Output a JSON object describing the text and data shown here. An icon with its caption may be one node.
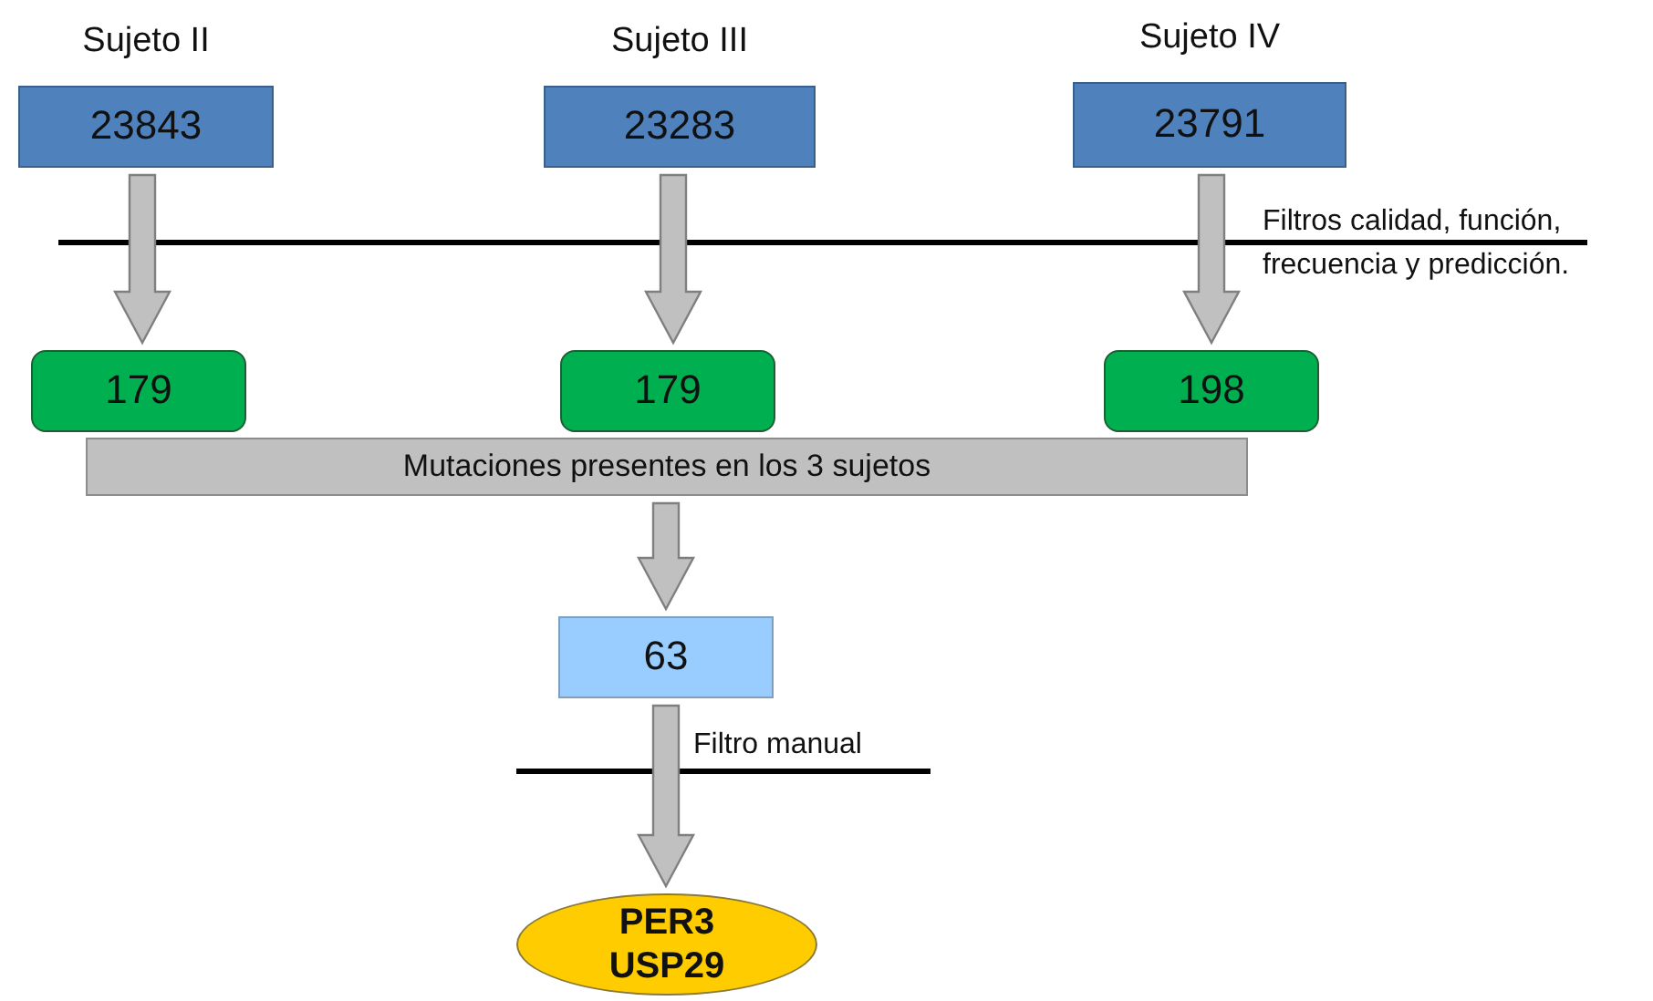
{
  "diagram": {
    "nodes": [
      {
        "text": [
          "Sujeto II",
          "23843"
        ]
      },
      {
        "text": [
          "Sujeto III",
          "23283"
        ]
      },
      {
        "text": [
          "Sujeto IV",
          "23791"
        ]
      },
      {
        "text": [
          "179"
        ]
      },
      {
        "text": [
          "179"
        ]
      },
      {
        "text": [
          "198"
        ]
      },
      {
        "text": [
          "Mutaciones presentes en los 3 sujetos"
        ]
      },
      {
        "text": [
          "63"
        ]
      },
      {
        "text": [
          "PER3 USP29"
        ]
      }
    ],
    "edges": [
      {
        "from": 0,
        "to": 3,
        "arrow": "to"
      },
      {
        "from": 1,
        "to": 4,
        "arrow": "to"
      },
      {
        "from": 2,
        "to": 5,
        "arrow": "to"
      },
      {
        "from": 6,
        "to": 7,
        "arrow": "to"
      },
      {
        "from": 7,
        "to": 8,
        "arrow": "to"
      }
    ],
    "labels": [
      "Filtros calidad, función, frecuencia y predicción.",
      "Filtro manual"
    ]
  }
}
